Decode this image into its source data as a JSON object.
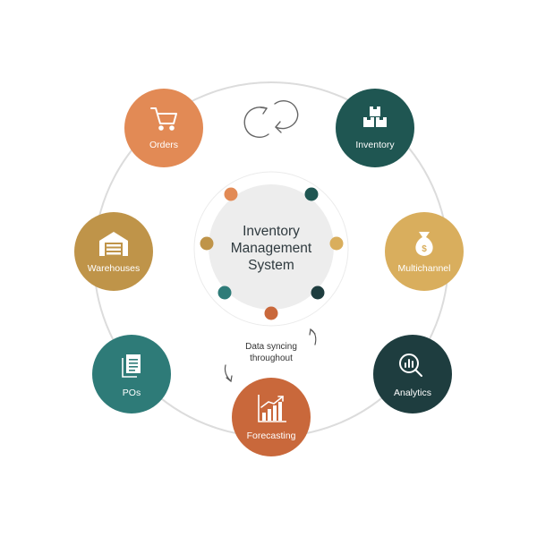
{
  "center": {
    "title_lines": [
      "Inventory",
      "Management",
      "System"
    ]
  },
  "sync_caption_lines": [
    "Data syncing",
    "throughout"
  ],
  "nodes": [
    {
      "key": "orders",
      "label": "Orders",
      "color": "#e28a55",
      "icon": "shopping-cart-icon"
    },
    {
      "key": "inventory",
      "label": "Inventory",
      "color": "#1f5652",
      "icon": "boxes-icon"
    },
    {
      "key": "multichannel",
      "label": "Multichannel",
      "color": "#d9ae5d",
      "icon": "money-bag-icon"
    },
    {
      "key": "analytics",
      "label": "Analytics",
      "color": "#1e3d3f",
      "icon": "magnifier-chart-icon"
    },
    {
      "key": "forecasting",
      "label": "Forecasting",
      "color": "#c9683b",
      "icon": "growth-chart-icon"
    },
    {
      "key": "pos",
      "label": "POs",
      "color": "#2e7b78",
      "icon": "document-icon"
    },
    {
      "key": "warehouses",
      "label": "Warehouses",
      "color": "#bf9449",
      "icon": "warehouse-icon"
    }
  ],
  "colors": {
    "ring": "#dcdcdc",
    "center_fill": "#ededed",
    "dot_colors": [
      "#e28a55",
      "#1f5652",
      "#d9ae5d",
      "#1e3d3f",
      "#c9683b",
      "#2e7b78",
      "#bf9449"
    ]
  }
}
